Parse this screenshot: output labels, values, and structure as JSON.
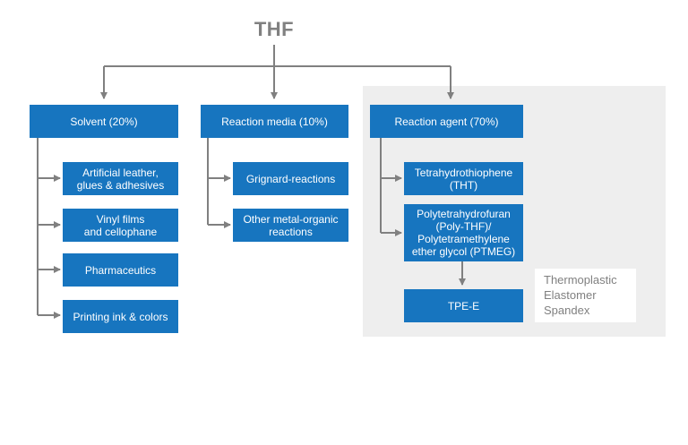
{
  "diagram": {
    "root": "THF",
    "categories": [
      {
        "label": "Solvent (20%)",
        "children": [
          "Artificial leather,\nglues & adhesives",
          "Vinyl films\nand cellophane",
          "Pharmaceutics",
          "Printing ink & colors"
        ]
      },
      {
        "label": "Reaction media (10%)",
        "children": [
          "Grignard-reactions",
          "Other metal-organic\nreactions"
        ]
      },
      {
        "label": "Reaction agent (70%)",
        "children": [
          "Tetrahydrothiophene\n(THT)",
          "Polytetrahydrofuran\n(Poly-THF)/\nPolytetramethylene\nether glycol (PTMEG)"
        ]
      }
    ],
    "product": "TPE-E",
    "product_notes": [
      "Thermoplastic",
      "Elastomer",
      "Spandex"
    ]
  },
  "colors": {
    "box": "#1775bf",
    "line": "#808080",
    "panel": "#eeeeee"
  }
}
